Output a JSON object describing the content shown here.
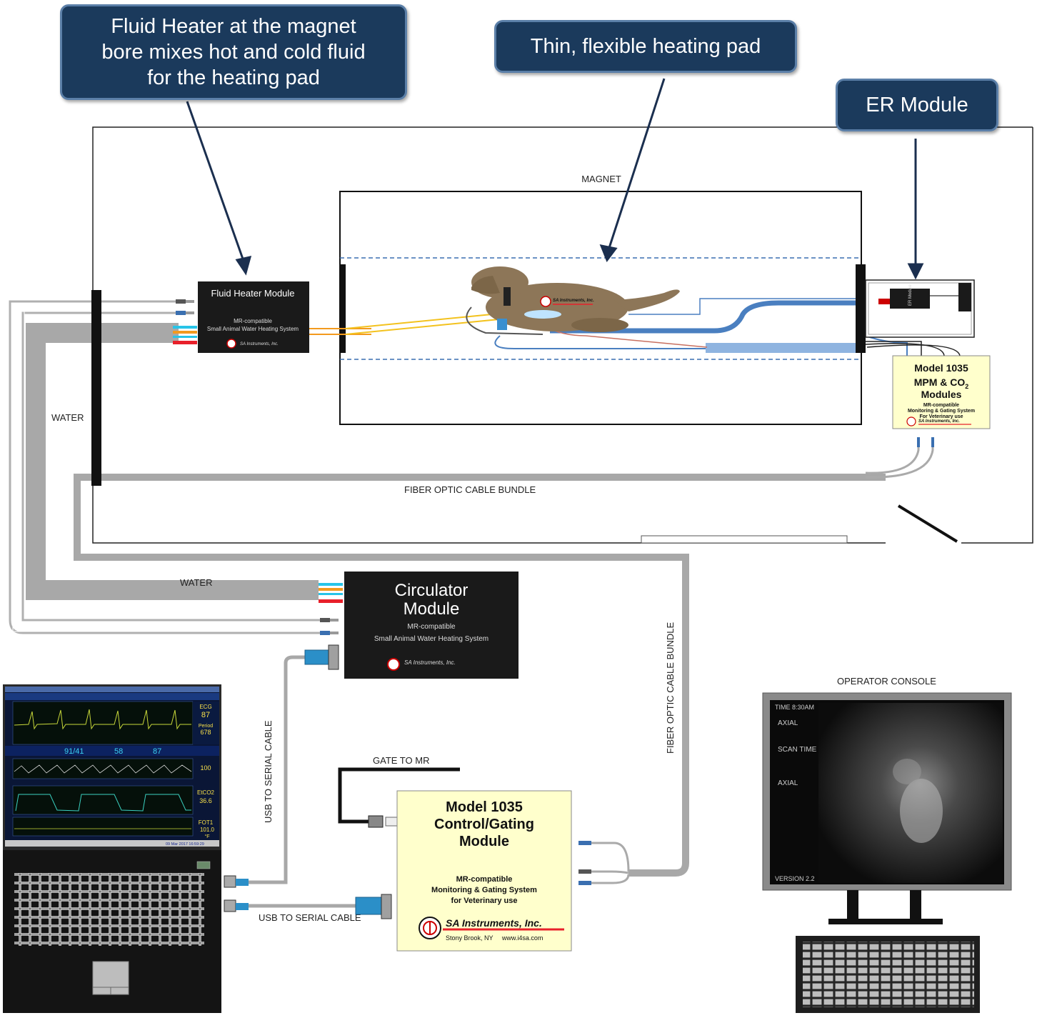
{
  "callouts": {
    "fluid_heater": "Fluid Heater at the magnet\nbore mixes hot and cold fluid\nfor the heating pad",
    "heating_pad": "Thin, flexible heating pad",
    "er_module": "ER Module"
  },
  "room": {
    "magnet_label": "MAGNET",
    "water_label_1": "WATER",
    "water_label_2": "WATER",
    "fiber_bundle_label": "FIBER OPTIC CABLE BUNDLE",
    "fiber_bundle_vertical_label": "FIBER OPTIC CABLE BUNDLE",
    "usb_serial_vertical": "USB TO SERIAL CABLE",
    "usb_serial_horizontal": "USB TO SERIAL CABLE",
    "gate_to_mr": "GATE TO MR",
    "operator_console": "OPERATOR CONSOLE"
  },
  "fluid_heater_module": {
    "title": "Fluid Heater Module",
    "line1": "MR-compatible",
    "line2": "Small Animal Water Heating System",
    "brand": "SA Instruments, Inc."
  },
  "circulator_module": {
    "title_line1": "Circulator",
    "title_line2": "Module",
    "line1": "MR-compatible",
    "line2": "Small Animal Water Heating System",
    "brand": "SA Instruments, Inc."
  },
  "mpm_module": {
    "line1": "Model 1035",
    "line2_prefix": "MPM & CO",
    "line2_sub": "2",
    "line3": "Modules",
    "line4": "MR-compatible",
    "line5": "Monitoring & Gating System",
    "line6": "For Veterinary use",
    "brand": "SA Instruments, Inc."
  },
  "er_box": {
    "label": "ER Module"
  },
  "pad_brand": "SA Instruments, Inc.",
  "control_module": {
    "line1": "Model 1035",
    "line2": "Control/Gating",
    "line3": "Module",
    "line4": "MR-compatible",
    "line5": "Monitoring  & Gating System",
    "line6": "for Veterinary use",
    "brand": "SA Instruments, Inc.",
    "address": "Stony Brook, NY     www.i4sa.com"
  },
  "console_screen": {
    "time": "TIME 8:30AM",
    "axial_1": "AXIAL",
    "scan_time": "SCAN TIME",
    "axial_2": "AXIAL",
    "version": "VERSION 2.2"
  },
  "monitor_panel": {
    "ecg": "ECG",
    "ecg_value": "87",
    "period": "Period",
    "period_value": "678",
    "nibp_values": "91/41",
    "map_value": "58",
    "hr_value": "87",
    "spo2_value": "100",
    "etco2": "EtCO2",
    "etco2_value": "36.6",
    "fot": "FOT1",
    "fot_value": "101.0",
    "fot_unit": "°F",
    "status_time": "09 Mar 2017  16:59:29"
  },
  "colors": {
    "callout_bg": "#1b3a5c",
    "module_dark": "#1a1a1a",
    "module_yellow": "#ffffcc",
    "tube_gray": "#a8a8a8",
    "cable_blue": "#4a7fc0",
    "hot_red": "#e8202a",
    "cold_cyan": "#27c4e8",
    "orange": "#f39a1e",
    "dog_brown": "#8d7658"
  }
}
